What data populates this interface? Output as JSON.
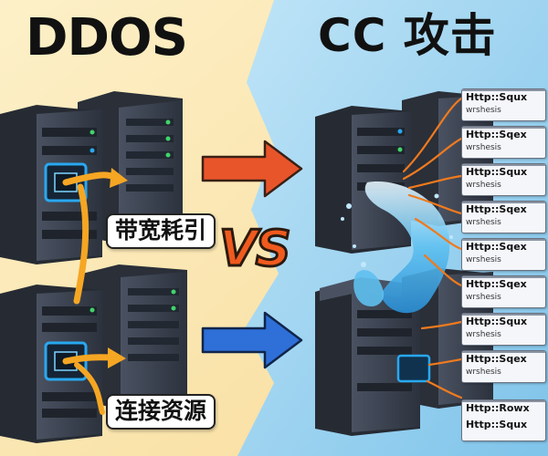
{
  "titles": {
    "left": "DDOS",
    "right": "CC 攻击"
  },
  "labels": {
    "bandwidth": "带宽耗引",
    "connection": "连接资源"
  },
  "vs": "VS",
  "http_requests": [
    {
      "line1": "Http::Squx",
      "line2": "wrshesis"
    },
    {
      "line1": "Http::Sqex",
      "line2": "wrshesis"
    },
    {
      "line1": "Http::Squx",
      "line2": "wrshesis"
    },
    {
      "line1": "Http::Sqex",
      "line2": "wrshesis"
    },
    {
      "line1": "Http::Sqex",
      "line2": "wrshesis"
    },
    {
      "line1": "Http::Sqex",
      "line2": "wrshesis"
    },
    {
      "line1": "Http::Squx",
      "line2": "wrshesis"
    },
    {
      "line1": "Http::Sqex",
      "line2": "wrshesis"
    },
    {
      "line1": "Http::Rowx",
      "line2": "Http::Squx"
    }
  ],
  "colors": {
    "left_bg": "#fde9b5",
    "right_bg": "#9fd3ef",
    "right_arrow": "#e9552a",
    "blue_arrow": "#2f6fd8",
    "server_body": "#3c4350",
    "server_glow": "#29a8f0",
    "orange_link": "#f5a623",
    "water": "#4fb6ee"
  }
}
